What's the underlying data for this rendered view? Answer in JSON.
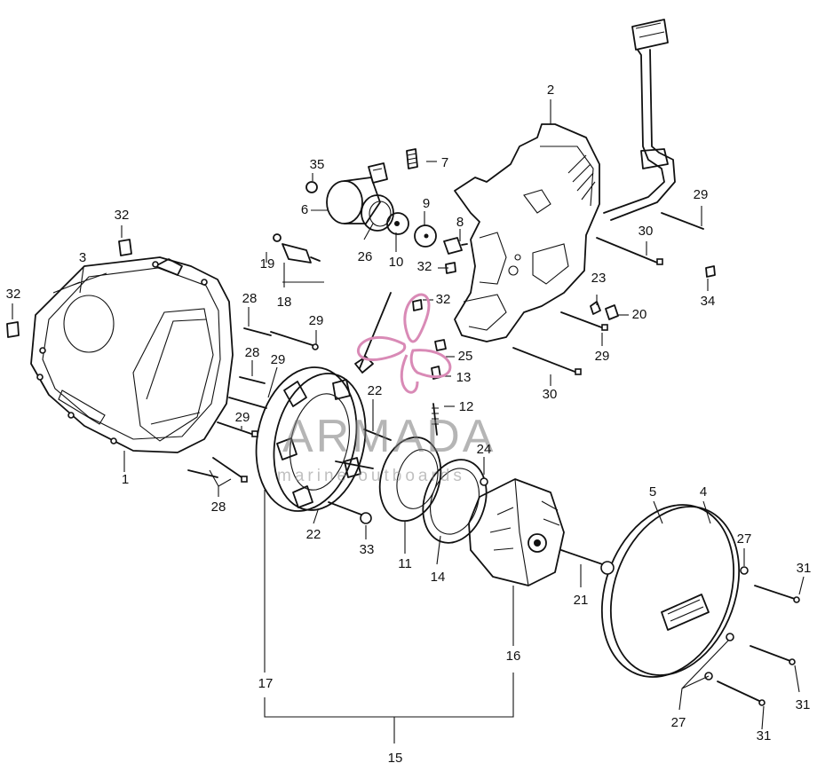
{
  "watermark": {
    "title": "ARMADA",
    "subtitle": "marine outboards",
    "logo_color": "#d98ab6",
    "text_color": "#8a8a8a"
  },
  "callouts": [
    {
      "id": "c-2",
      "text": "2"
    },
    {
      "id": "c-7",
      "text": "7"
    },
    {
      "id": "c-35",
      "text": "35"
    },
    {
      "id": "c-6",
      "text": "6"
    },
    {
      "id": "c-9",
      "text": "9"
    },
    {
      "id": "c-8",
      "text": "8"
    },
    {
      "id": "c-26",
      "text": "26"
    },
    {
      "id": "c-10",
      "text": "10"
    },
    {
      "id": "c-32a",
      "text": "32"
    },
    {
      "id": "c-29a",
      "text": "29"
    },
    {
      "id": "c-30a",
      "text": "30"
    },
    {
      "id": "c-32b",
      "text": "32"
    },
    {
      "id": "c-3",
      "text": "3"
    },
    {
      "id": "c-19",
      "text": "19"
    },
    {
      "id": "c-18",
      "text": "18"
    },
    {
      "id": "c-32c",
      "text": "32"
    },
    {
      "id": "c-23",
      "text": "23"
    },
    {
      "id": "c-34",
      "text": "34"
    },
    {
      "id": "c-32d",
      "text": "32"
    },
    {
      "id": "c-28a",
      "text": "28"
    },
    {
      "id": "c-29b",
      "text": "29"
    },
    {
      "id": "c-20",
      "text": "20"
    },
    {
      "id": "c-29c",
      "text": "29"
    },
    {
      "id": "c-28b",
      "text": "28"
    },
    {
      "id": "c-29d",
      "text": "29"
    },
    {
      "id": "c-25",
      "text": "25"
    },
    {
      "id": "c-13",
      "text": "13"
    },
    {
      "id": "c-22a",
      "text": "22"
    },
    {
      "id": "c-30b",
      "text": "30"
    },
    {
      "id": "c-12",
      "text": "12"
    },
    {
      "id": "c-29e",
      "text": "29"
    },
    {
      "id": "c-1",
      "text": "1"
    },
    {
      "id": "c-24",
      "text": "24"
    },
    {
      "id": "c-28c",
      "text": "28"
    },
    {
      "id": "c-5",
      "text": "5"
    },
    {
      "id": "c-4",
      "text": "4"
    },
    {
      "id": "c-22b",
      "text": "22"
    },
    {
      "id": "c-33",
      "text": "33"
    },
    {
      "id": "c-11",
      "text": "11"
    },
    {
      "id": "c-14",
      "text": "14"
    },
    {
      "id": "c-27a",
      "text": "27"
    },
    {
      "id": "c-31a",
      "text": "31"
    },
    {
      "id": "c-21",
      "text": "21"
    },
    {
      "id": "c-16",
      "text": "16"
    },
    {
      "id": "c-17",
      "text": "17"
    },
    {
      "id": "c-27b",
      "text": "27"
    },
    {
      "id": "c-31b",
      "text": "31"
    },
    {
      "id": "c-31c",
      "text": "31"
    },
    {
      "id": "c-15",
      "text": "15"
    }
  ]
}
